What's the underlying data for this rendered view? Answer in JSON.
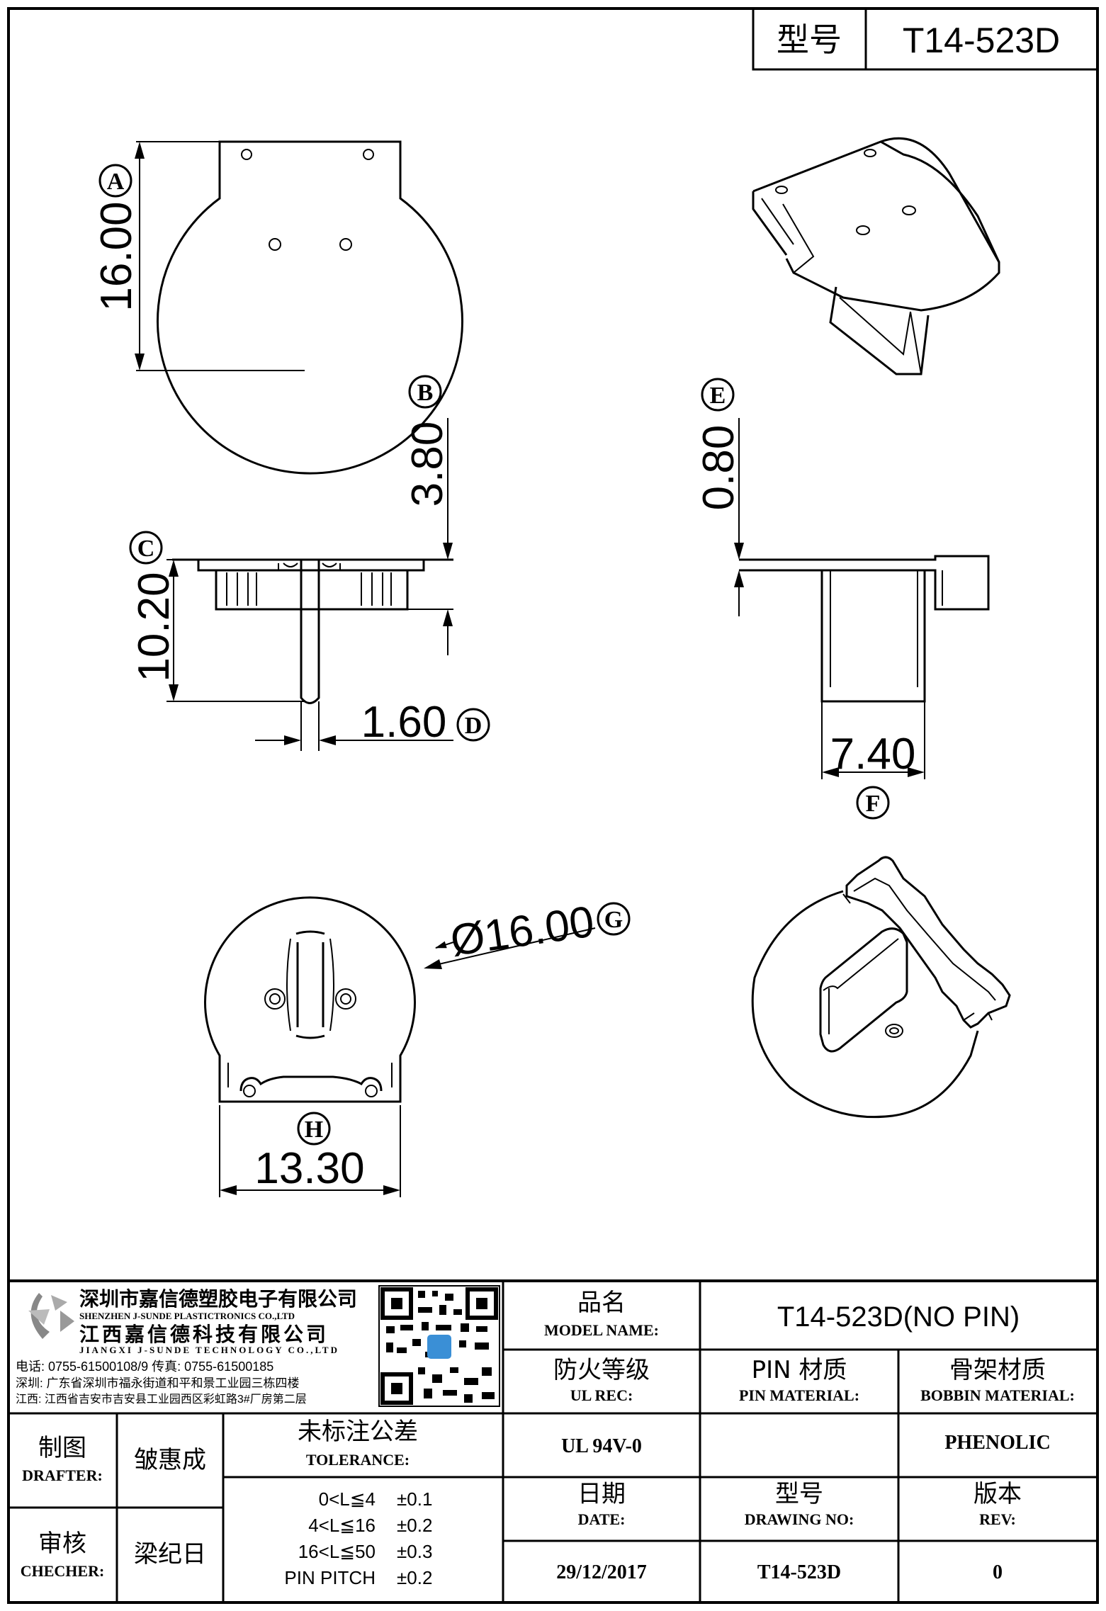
{
  "header": {
    "label": "型号",
    "model": "T14-523D"
  },
  "callouts": [
    "A",
    "B",
    "C",
    "D",
    "E",
    "F",
    "G",
    "H"
  ],
  "dimensions": {
    "a": "16.00",
    "b": "3.80",
    "c": "10.20",
    "d": "1.60",
    "e": "0.80",
    "f": "7.40",
    "g": "Ø16.00",
    "h": "13.30"
  },
  "company": {
    "name_cn": "深圳市嘉信德塑胶电子有限公司",
    "name_en": "SHENZHEN J-SUNDE PLASTICTRONICS CO.,LTD",
    "name2_cn": "江西嘉信德科技有限公司",
    "name2_en": "JIANGXI J-SUNDE TECHNOLOGY CO.,LTD",
    "contact": "电话: 0755-61500108/9      传真: 0755-61500185",
    "addr_sz": "深圳: 广东省深圳市福永街道和平和景工业园三栋四楼",
    "addr_jx": "江西: 江西省吉安市吉安县工业园西区彩虹路3#厂房第二层"
  },
  "title_block": {
    "model_name_cn": "品名",
    "model_name_en": "MODEL NAME:",
    "model_name_value": "T14-523D(NO PIN)",
    "ul_cn": "防火等级",
    "ul_en": "UL REC:",
    "pin_cn": "PIN 材质",
    "pin_en": "PIN MATERIAL:",
    "bobbin_cn": "骨架材质",
    "bobbin_en": "BOBBIN MATERIAL:",
    "ul_value": "UL 94V-0",
    "pin_value": "",
    "bobbin_value": "PHENOLIC",
    "drafter_cn": "制图",
    "drafter_en": "DRAFTER:",
    "drafter_name": "皱惠成",
    "checker_cn": "审核",
    "checker_en": "CHECHER:",
    "checker_name": "梁纪日",
    "tol_cn": "未标注公差",
    "tol_en": "TOLERANCE:",
    "tolerances": [
      {
        "range": "0<L≦4",
        "value": "±0.1"
      },
      {
        "range": "4<L≦16",
        "value": "±0.2"
      },
      {
        "range": "16<L≦50",
        "value": "±0.3"
      },
      {
        "range": "PIN PITCH",
        "value": "±0.2"
      }
    ],
    "date_cn": "日期",
    "date_en": "DATE:",
    "date_value": "29/12/2017",
    "drawing_cn": "型号",
    "drawing_en": "DRAWING NO:",
    "drawing_value": "T14-523D",
    "rev_cn": "版本",
    "rev_en": "REV:",
    "rev_value": "0"
  }
}
